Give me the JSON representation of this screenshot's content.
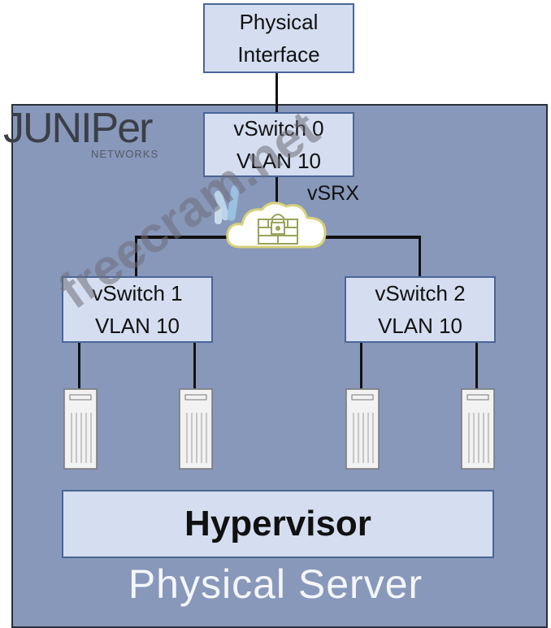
{
  "nodes": {
    "physical_interface": [
      "Physical",
      "Interface"
    ],
    "vswitch0": [
      "vSwitch 0",
      "VLAN 10"
    ],
    "vswitch1": [
      "vSwitch 1",
      "VLAN 10"
    ],
    "vswitch2": [
      "vSwitch 2",
      "VLAN 10"
    ]
  },
  "vsrx_label": "vSRX",
  "hypervisor_label": "Hypervisor",
  "physical_server_label": "Physical Server",
  "logo": {
    "wordmark": "JUNIPer",
    "sub": "NETWORKS"
  },
  "watermark": "freecram.net",
  "colors": {
    "server_fill": "#8898bb",
    "box_fill": "#d4def0",
    "box_border": "#4a6596",
    "cloud_border": "#d8d27a"
  }
}
